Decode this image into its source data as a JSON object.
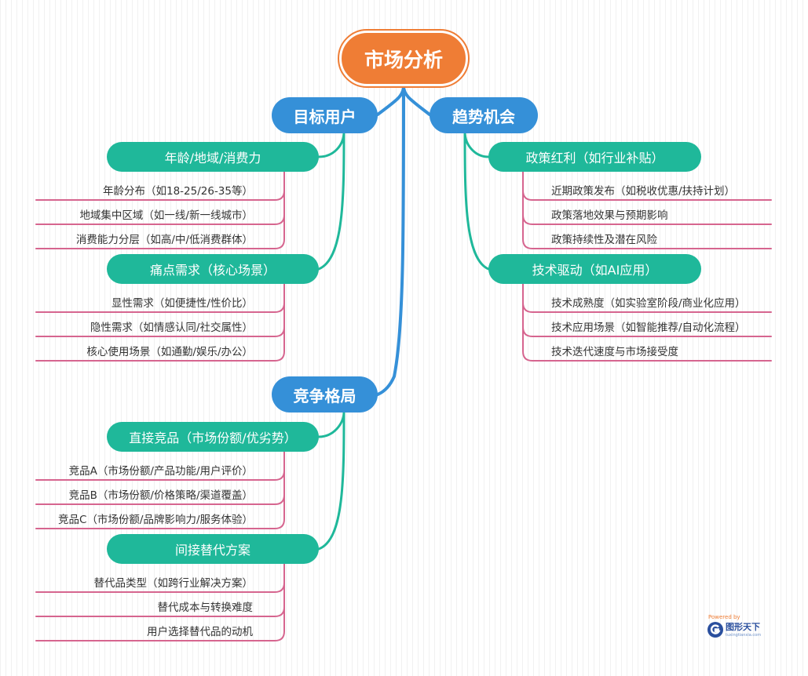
{
  "mindmap": {
    "root": "市场分析",
    "branches": [
      {
        "label": "目标用户",
        "topics": [
          {
            "label": "年龄/地域/消费力",
            "items": [
              "年龄分布（如18-25/26-35等）",
              "地域集中区域（如一线/新一线城市）",
              "消费能力分层（如高/中/低消费群体）"
            ]
          },
          {
            "label": "痛点需求（核心场景）",
            "items": [
              "显性需求（如便捷性/性价比）",
              "隐性需求（如情感认同/社交属性）",
              "核心使用场景（如通勤/娱乐/办公）"
            ]
          }
        ]
      },
      {
        "label": "趋势机会",
        "topics": [
          {
            "label": "政策红利（如行业补贴）",
            "items": [
              "近期政策发布（如税收优惠/扶持计划）",
              "政策落地效果与预期影响",
              "政策持续性及潜在风险"
            ]
          },
          {
            "label": "技术驱动（如AI应用）",
            "items": [
              "技术成熟度（如实验室阶段/商业化应用）",
              "技术应用场景（如智能推荐/自动化流程）",
              "技术迭代速度与市场接受度"
            ]
          }
        ]
      },
      {
        "label": "竞争格局",
        "topics": [
          {
            "label": "直接竞品（市场份额/优劣势）",
            "items": [
              "竞品A（市场份额/产品功能/用户评价）",
              "竞品B（市场份额/价格策略/渠道覆盖）",
              "竞品C（市场份额/品牌影响力/服务体验）"
            ]
          },
          {
            "label": "间接替代方案",
            "items": [
              "替代品类型（如跨行业解决方案）",
              "替代成本与转换难度",
              "用户选择替代品的动机"
            ]
          }
        ]
      }
    ]
  },
  "brand": {
    "powered": "Powered by",
    "name": "图形天下",
    "sub": "tuxingtianxia.com"
  },
  "colors": {
    "root": "#ef7d35",
    "branch": "#3590d8",
    "topic": "#1fb89a",
    "leaf_line": "#d6658f"
  }
}
